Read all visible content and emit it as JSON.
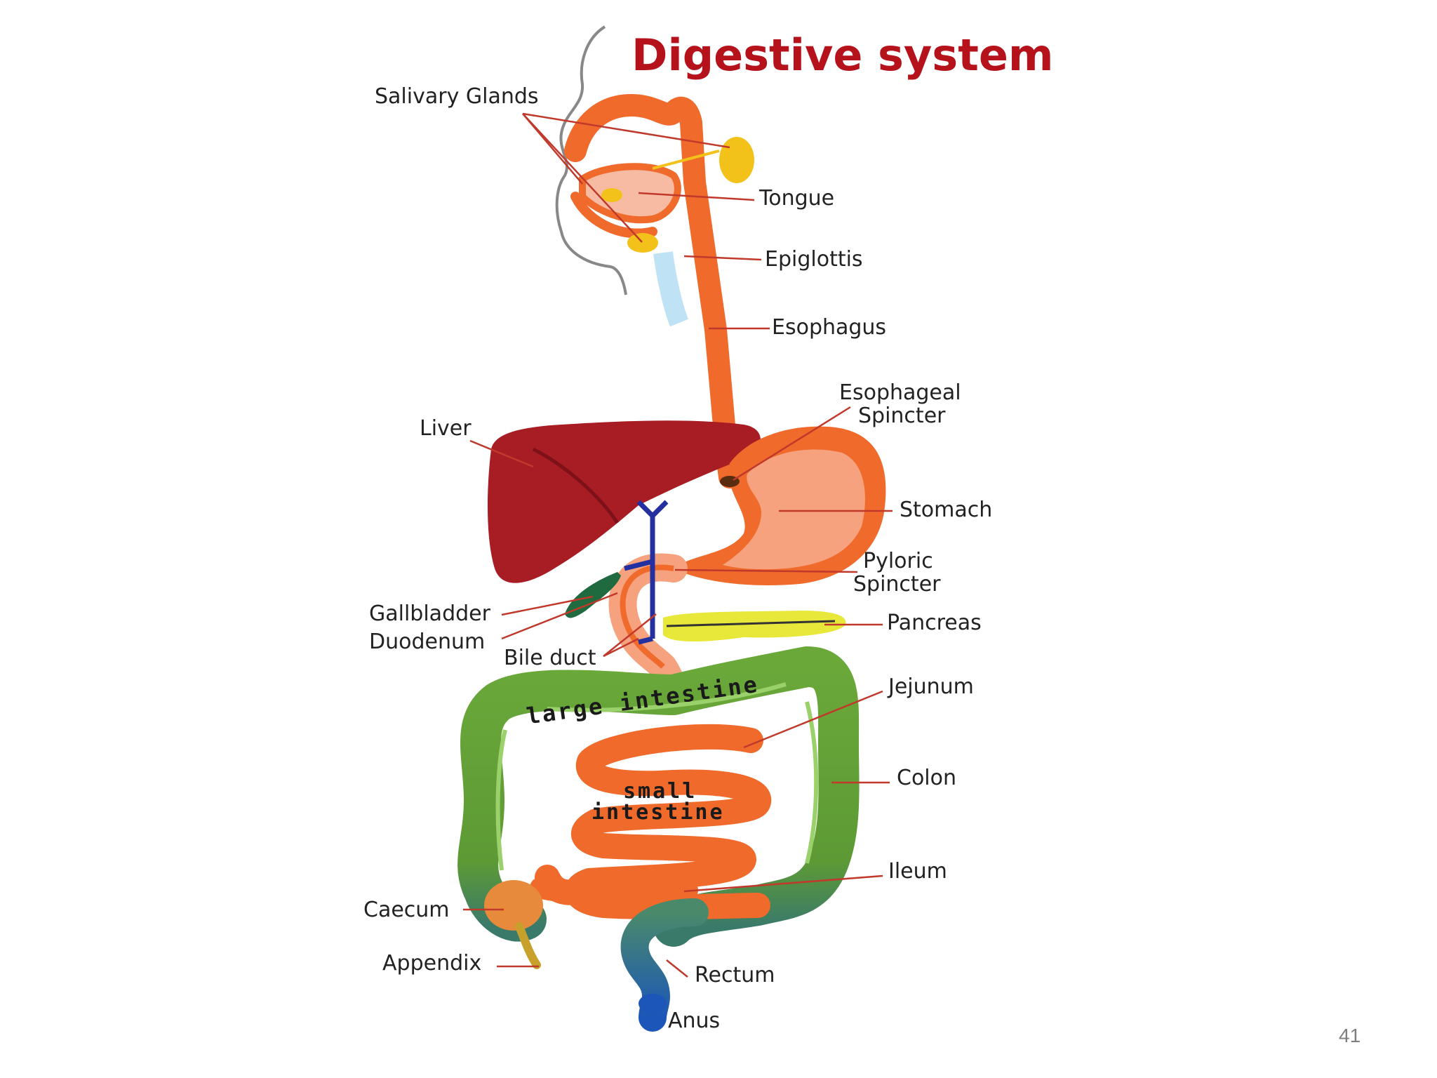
{
  "title": "Digestive system",
  "labels": {
    "salivary_glands": "Salivary Glands",
    "tongue": "Tongue",
    "epiglottis": "Epiglottis",
    "esophagus": "Esophagus",
    "esophageal_spincter_1": "Esophageal",
    "esophageal_spincter_2": "Spincter",
    "liver": "Liver",
    "stomach": "Stomach",
    "pyloric_spincter_1": "Pyloric",
    "pyloric_spincter_2": "Spincter",
    "gallbladder": "Gallbladder",
    "duodenum": "Duodenum",
    "pancreas": "Pancreas",
    "bile_duct": "Bile duct",
    "jejunum": "Jejunum",
    "colon": "Colon",
    "ileum": "Ileum",
    "caecum": "Caecum",
    "appendix": "Appendix",
    "rectum": "Rectum",
    "anus": "Anus"
  },
  "overlay": {
    "large_intestine": "large intestine",
    "small_1": "small",
    "small_2": "intestine"
  },
  "page_number": "41",
  "colors": {
    "title": "#b5121b",
    "tract": "#f06a2c",
    "liver": "#a81c24",
    "stomach_inner": "#f6a27e",
    "colon": "#5f9e34",
    "pancreas": "#e8e83a",
    "gallbladder": "#1f6b3f",
    "bile_duct": "#2430a0",
    "salivary": "#f2c21b",
    "leader": "#c0392b"
  }
}
